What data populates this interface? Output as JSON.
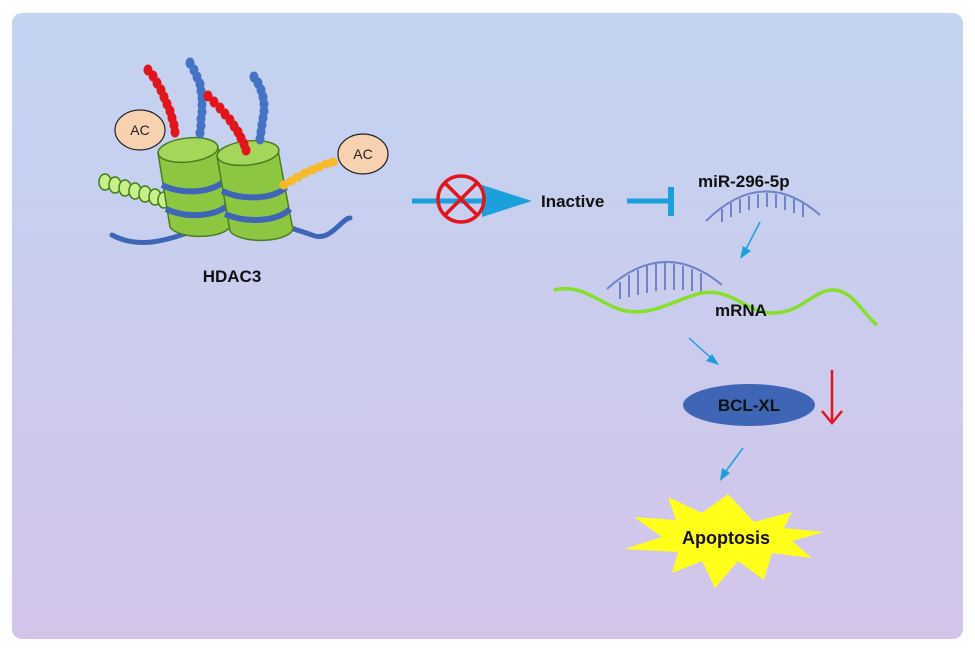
{
  "diagram": {
    "background": {
      "top_color": "#c2d4f1",
      "bottom_color": "#d3c4ea"
    },
    "nucleosome": {
      "label": "HDAC3",
      "acetyl_tag_left": "AC",
      "acetyl_tag_right": "AC",
      "histone_color": "#8dc641",
      "dna_color": "#3f66b6",
      "tail_red": "#e3141b",
      "tail_blue": "#4472c4",
      "tail_yellow": "#f5b92a",
      "tag_fill": "#f8d2b0"
    },
    "pathway": {
      "inactive_label": "Inactive",
      "mirna_label": "miR-296-5p",
      "mrna_label": "mRNA",
      "protein_label": "BCL-XL",
      "outcome_label": "Apoptosis",
      "arrow_color": "#1ca0dc",
      "inhibit_color": "#e3141b",
      "mrna_color": "#84e02a",
      "mirna_color": "#6e84c6",
      "protein_color": "#3f66b6",
      "burst_color": "#ffff1a",
      "decrease_arrow_color": "#e3141b"
    }
  }
}
